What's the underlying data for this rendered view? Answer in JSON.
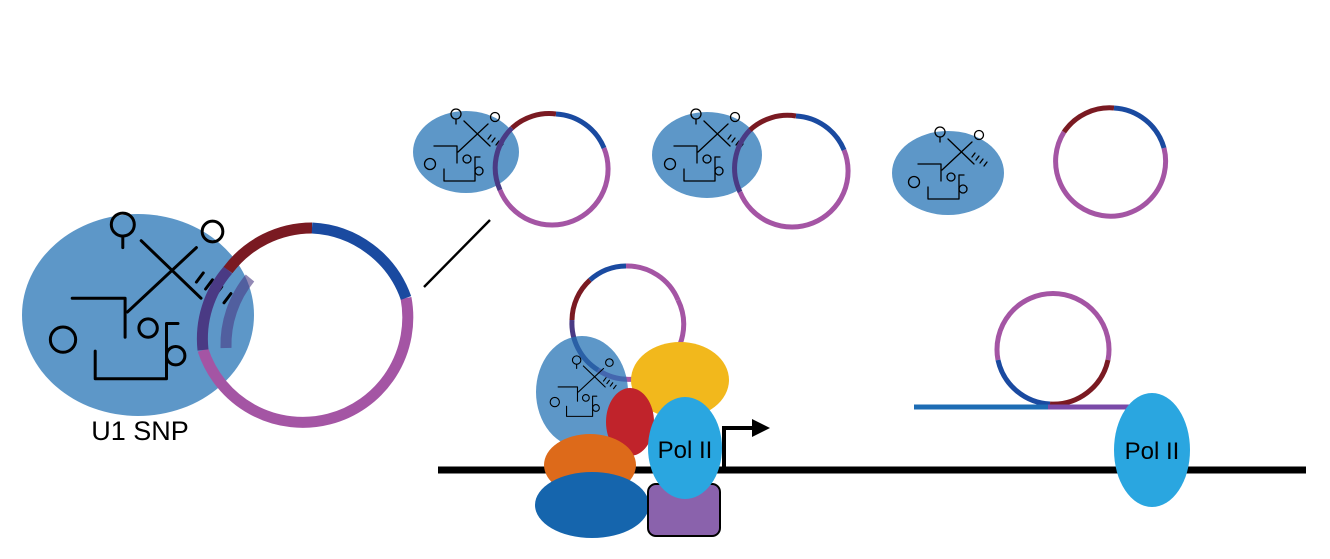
{
  "labels": {
    "u1_snp": "U1 SNP",
    "pol_ii_left": "Pol II",
    "pol_ii_right": "Pol II"
  },
  "colors": {
    "snp_blue": "#1f6fb3",
    "rna_dark_red": "#7a1a22",
    "rna_blue": "#1a4aa0",
    "rna_magenta": "#a455a4",
    "rna_overlap": "#4a3a84",
    "pol_ii": "#2aa6e0",
    "factor_yellow": "#f2b81c",
    "factor_red": "#c0232b",
    "factor_orange": "#dd6a1a",
    "factor_dark_blue": "#1565ad",
    "factor_purple": "#8a62ac",
    "dna": "#000000",
    "nascent_rna_blue": "#1d6cb4",
    "nascent_rna_purple": "#7a4aa8"
  }
}
